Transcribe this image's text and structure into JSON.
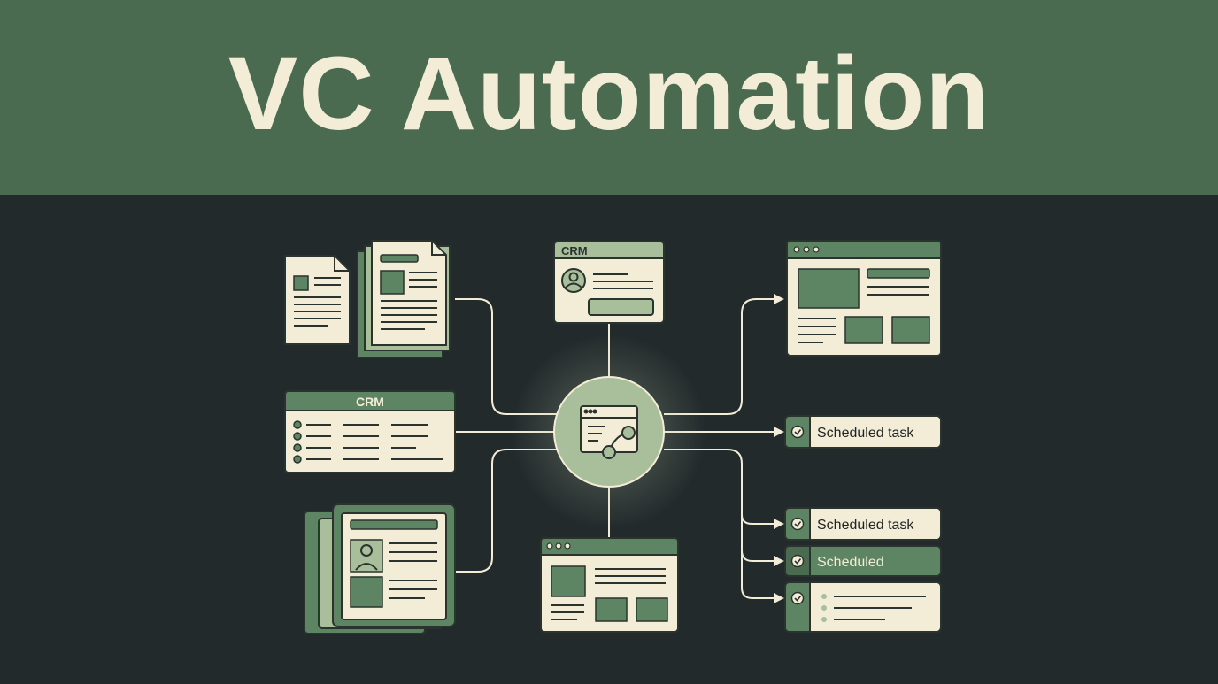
{
  "header": {
    "title": "VC Automation"
  },
  "colors": {
    "header_bg": "#4a6b50",
    "background": "#232a2c",
    "card": "#f3ecd6",
    "card_dark_accent": "#5e8563",
    "hub_fill": "#a9bf9c",
    "line": "#f3ecd6"
  },
  "diagram": {
    "hub": {
      "icon": "workflow-window-icon"
    },
    "inputs": {
      "crm_contact_card": {
        "label": "CRM"
      },
      "crm_list": {
        "label": "CRM"
      }
    },
    "outputs": {
      "task_1": {
        "label": "Scheduled task"
      },
      "task_2": {
        "label": "Scheduled task"
      },
      "task_3": {
        "label": "Scheduled"
      }
    }
  }
}
